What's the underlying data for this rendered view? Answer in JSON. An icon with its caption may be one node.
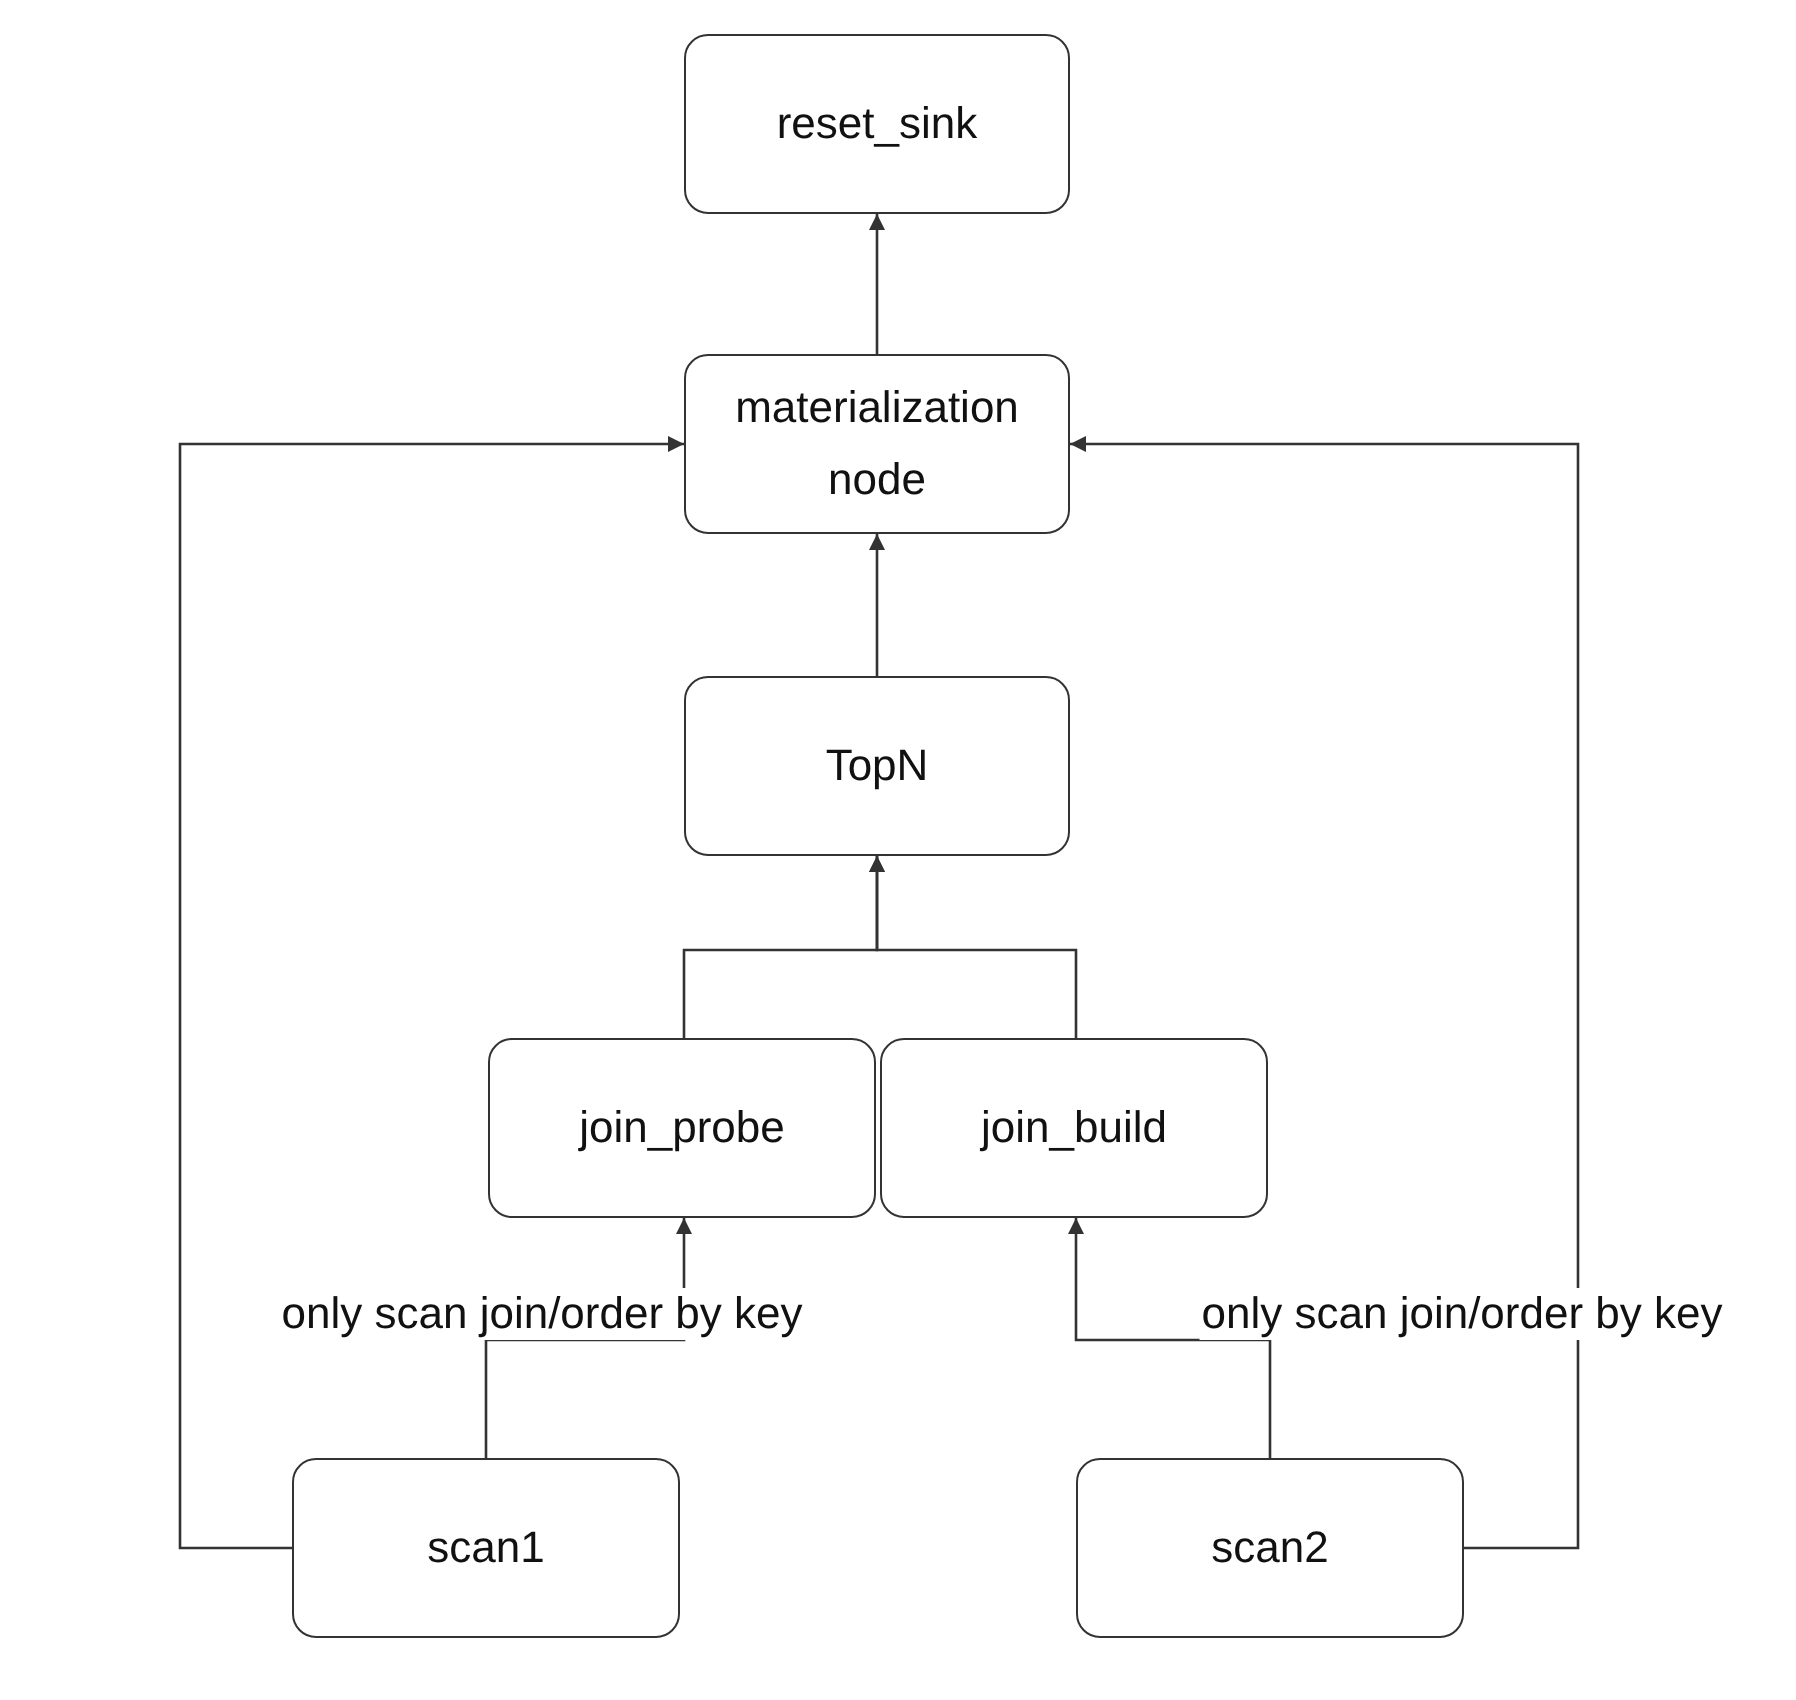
{
  "diagram": {
    "nodes": [
      {
        "text": [
          "reset_sink"
        ]
      },
      {
        "text": [
          "materialization node"
        ]
      },
      {
        "text": [
          "TopN"
        ]
      },
      {
        "text": [
          "join_probe"
        ]
      },
      {
        "text": [
          "join_build"
        ]
      },
      {
        "text": [
          "scan1"
        ]
      },
      {
        "text": [
          "scan2"
        ]
      }
    ],
    "edges": [
      {
        "from": 1,
        "to": 0,
        "arrow": "to"
      },
      {
        "from": 2,
        "to": 1,
        "arrow": "to"
      },
      {
        "from": 3,
        "to": 2,
        "arrow": "to"
      },
      {
        "from": 4,
        "to": 2,
        "arrow": "to"
      },
      {
        "from": 5,
        "to": 3,
        "arrow": "to",
        "label": "only scan join/order by key"
      },
      {
        "from": 6,
        "to": 4,
        "arrow": "to",
        "label": "only scan join/order by key"
      },
      {
        "from": 5,
        "to": 1,
        "arrow": "to"
      },
      {
        "from": 6,
        "to": 1,
        "arrow": "to"
      }
    ]
  }
}
